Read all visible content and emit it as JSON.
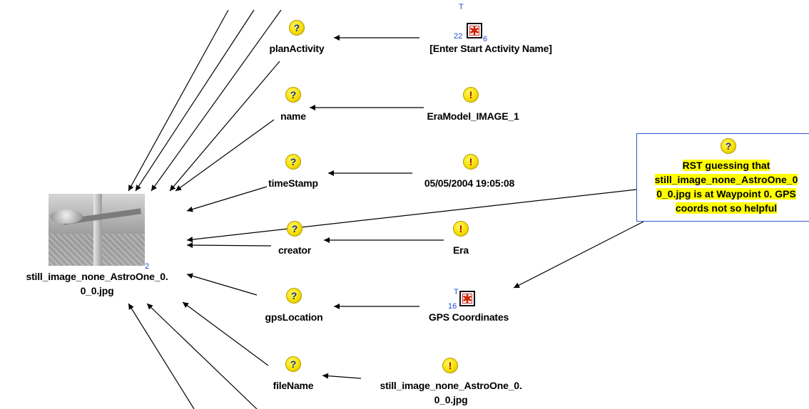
{
  "central": {
    "filename_line1": "still_image_none_AstroOne_0.",
    "filename_line2": "0_0.jpg",
    "count": "2"
  },
  "properties": [
    {
      "key": "planactivity",
      "label": "planActivity",
      "icon": "question-icon"
    },
    {
      "key": "name",
      "label": "name",
      "icon": "question-icon"
    },
    {
      "key": "timestamp",
      "label": "timeStamp",
      "icon": "question-icon"
    },
    {
      "key": "creator",
      "label": "creator",
      "icon": "question-icon"
    },
    {
      "key": "gpslocation",
      "label": "gpsLocation",
      "icon": "question-icon"
    },
    {
      "key": "filename",
      "label": "fileName",
      "icon": "question-icon"
    }
  ],
  "values": [
    {
      "key": "planactivity",
      "text": "[Enter Start Activity Name]",
      "icon": "activity-box-icon",
      "super": "T",
      "left_num": "22",
      "right_num": "6"
    },
    {
      "key": "name",
      "text": "EraModel_IMAGE_1",
      "icon": "exclamation-icon"
    },
    {
      "key": "timestamp",
      "text": "05/05/2004 19:05:08",
      "icon": "exclamation-icon"
    },
    {
      "key": "creator",
      "text": "Era",
      "icon": "exclamation-icon"
    },
    {
      "key": "gpslocation",
      "text": "GPS Coordinates",
      "icon": "activity-box-icon",
      "super": "T",
      "left_num": "16"
    },
    {
      "key": "filename",
      "text_line1": "still_image_none_AstroOne_0.",
      "text_line2": "0_0.jpg",
      "icon": "exclamation-icon"
    }
  ],
  "note": {
    "icon": "question-icon",
    "lines": [
      "RST guessing that",
      "still_image_none_AstroOne_0",
      "0_0.jpg  is at Waypoint 0. GPS",
      "coords not so helpful"
    ],
    "highlight_color": "#ffff00",
    "border_color": "#2f56c8"
  },
  "colors": {
    "question_icon": "#f7e000",
    "question_mark": "#1a2e9c",
    "exclamation_mark": "#b30000",
    "activity_star": "#cc2200",
    "count_text": "#1f4fd1"
  }
}
